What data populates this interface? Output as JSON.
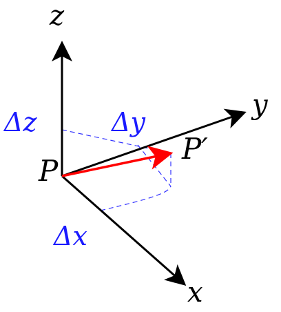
{
  "axes": {
    "z_label": "z",
    "y_label": "y",
    "x_label": "x"
  },
  "points": {
    "origin_label": "P",
    "target_label": "P′"
  },
  "components": {
    "dz_label": "Δz",
    "dy_label": "Δy",
    "dx_label": "Δx"
  },
  "colors": {
    "axis": "#000000",
    "vector": "#ff0000",
    "dashed": "#3333ff",
    "delta_text": "#1a1aff"
  }
}
